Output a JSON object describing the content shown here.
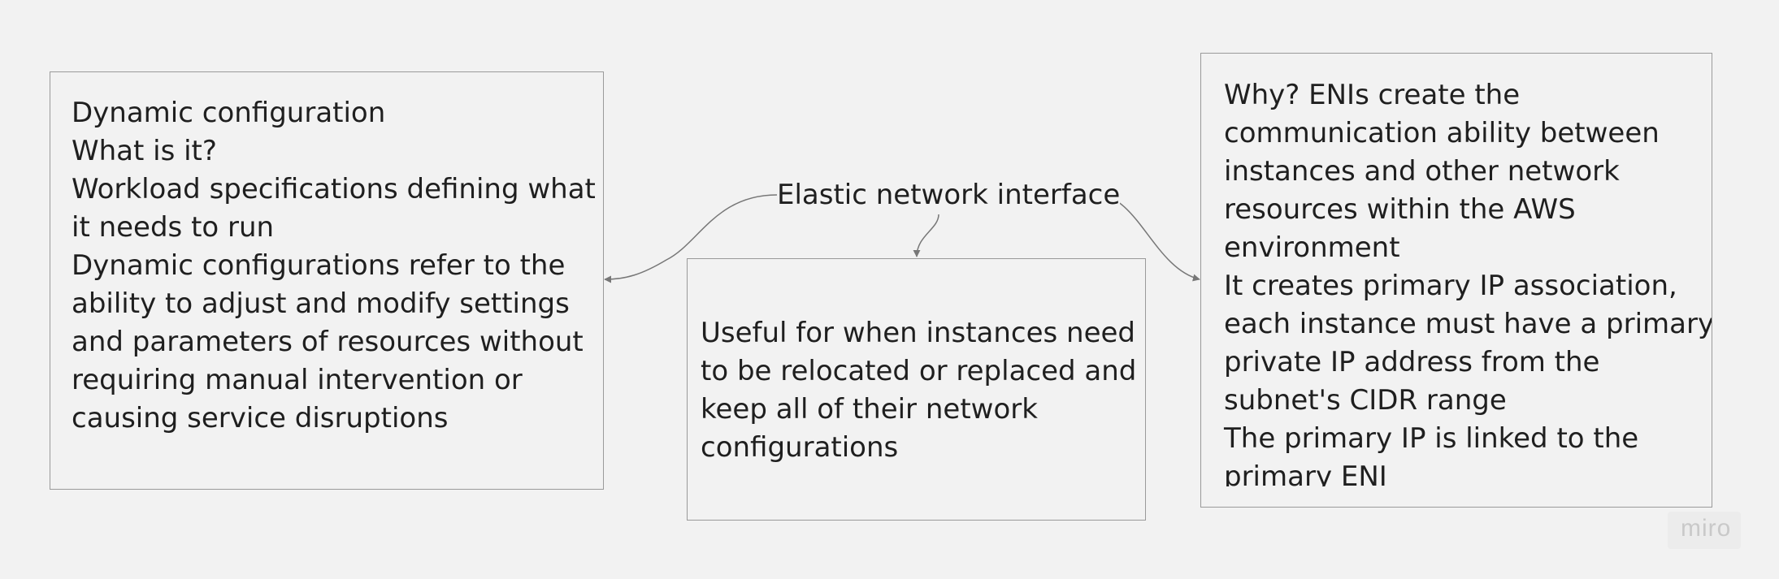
{
  "diagram": {
    "center_node": {
      "label": "Elastic network interface"
    },
    "boxes": {
      "left": {
        "lines": [
          "Dynamic configuration",
          "What is it?",
          "Workload specifications defining what",
          "it needs to run",
          "Dynamic configurations refer to the",
          "ability to adjust and modify settings",
          "and parameters of resources without",
          "requiring manual intervention or",
          "causing service disruptions"
        ]
      },
      "middle": {
        "lines": [
          "Useful for when instances need",
          "to be relocated or replaced and",
          "keep all of their network",
          "configurations"
        ]
      },
      "right": {
        "lines": [
          "Why? ENIs create the",
          "communication ability between",
          "instances and other network",
          "resources within the AWS",
          "environment",
          "It creates primary IP association,",
          "each instance must have a primary",
          "private IP address from the",
          "subnet's CIDR range",
          "The primary IP is linked to the",
          "primary ENI"
        ]
      }
    },
    "connector_color": "#777777"
  },
  "watermark": {
    "text": "miro"
  }
}
